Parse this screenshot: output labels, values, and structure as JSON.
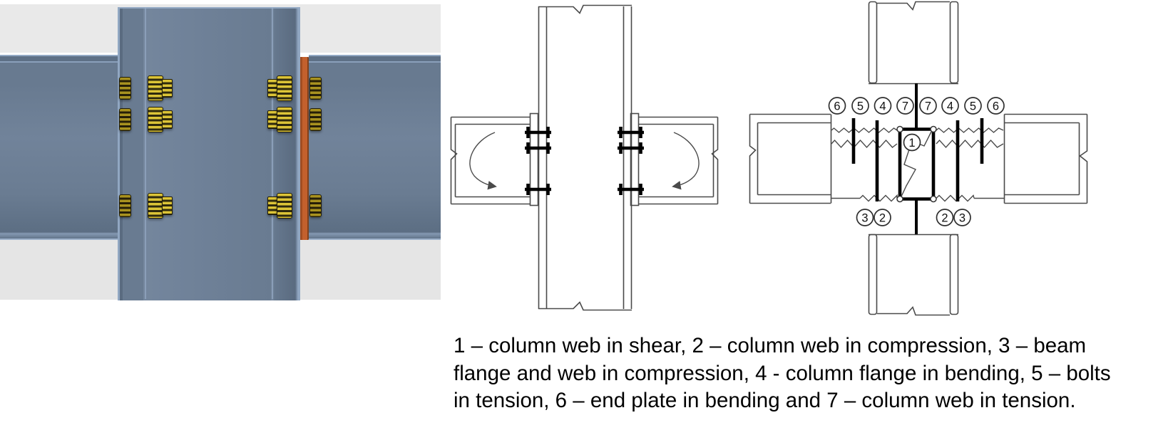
{
  "figure": {
    "caption_lines": [
      "1 – column web in shear, 2 – column web in compression, 3 – beam",
      "flange and web in compression, 4 - column flange in bending, 5 – bolts",
      "in tension, 6 – end plate in bending and 7 – column web in tension."
    ],
    "component_model": {
      "top_row_labels": [
        "6",
        "5",
        "4",
        "7",
        "7",
        "4",
        "5",
        "6"
      ],
      "bottom_row_labels": [
        "3",
        "2",
        "2",
        "3"
      ],
      "panel_label": "1"
    },
    "colors": {
      "steel_blue": "#697b91",
      "steel_edge_highlight": "#93a9c4",
      "end_plate_orange": "#c3602d",
      "bolt_yellow": "#dcc437",
      "photo_background_gray": "#e9e9e9",
      "drawing_line_gray": "#4a4a4a",
      "caption_text": "#000000"
    }
  }
}
